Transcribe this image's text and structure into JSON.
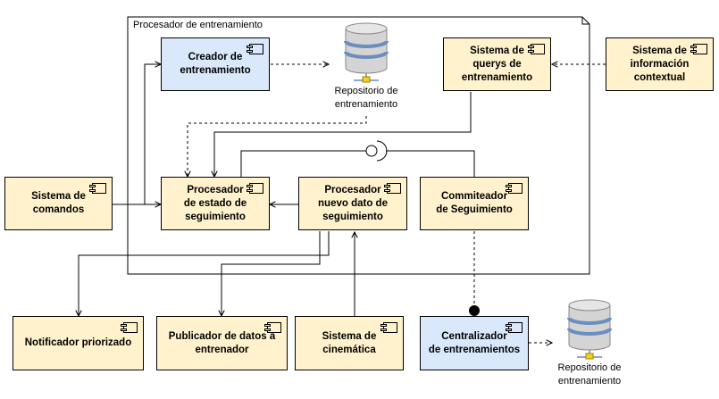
{
  "frame": {
    "title": "Procesador de entrenamiento"
  },
  "components": {
    "creador": "Creador de\nentrenamiento",
    "querys": "Sistema de\nquerys de\nentrenamiento",
    "info_contextual": "Sistema de\ninformación\ncontextual",
    "comandos": "Sistema de\ncomandos",
    "estado": "Procesador\nde estado de\nseguimiento",
    "nuevo_dato": "Procesador\nnuevo dato de\nseguimiento",
    "commiteador": "Commiteador\nde Seguimiento",
    "notificador": "Notificador priorizado",
    "publicador": "Publicador de datos a\nentrenador",
    "cinematica": "Sistema de\ncinemática",
    "centralizador": "Centralizador\nde entrenamientos"
  },
  "repositories": {
    "repo_top": "Repositorio de\nentrenamiento",
    "repo_bottom": "Repositorio de\nentrenamiento"
  },
  "colors": {
    "component_fill": "#fff2cc",
    "highlight_fill": "#dae8fc",
    "db_body": "#d4d4d4",
    "db_band": "#6c8ebf",
    "db_connector": "#f5d020"
  },
  "icons": [
    "component-icon",
    "database-icon"
  ]
}
